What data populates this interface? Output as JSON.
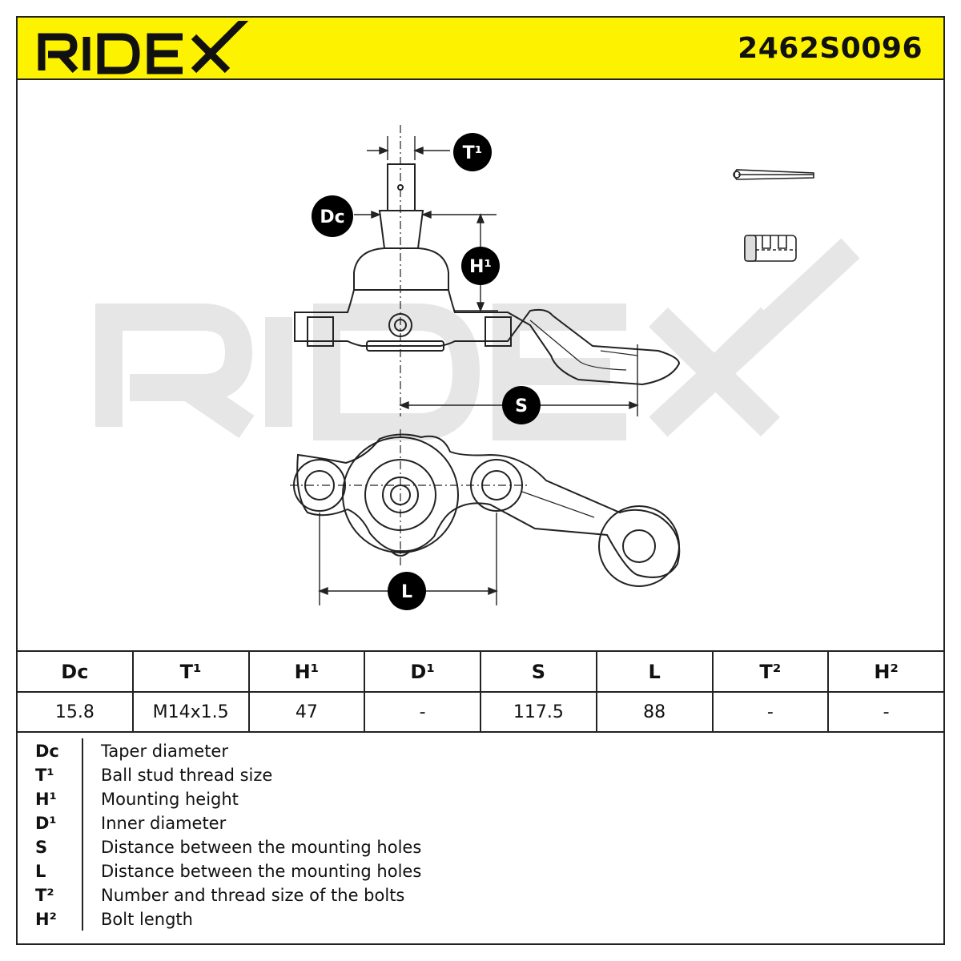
{
  "brand": "RIDEX",
  "part_number": "2462S0096",
  "colors": {
    "header_bg": "#fdf200",
    "line": "#222222",
    "watermark": "#e6e6e6",
    "badge": "#000000"
  },
  "badges": {
    "dc": "Dc",
    "t1": "T¹",
    "h1": "H¹",
    "s": "S",
    "l": "L"
  },
  "table": {
    "headers": [
      "Dc",
      "T¹",
      "H¹",
      "D¹",
      "S",
      "L",
      "T²",
      "H²"
    ],
    "values": [
      "15.8",
      "M14x1.5",
      "47",
      "-",
      "117.5",
      "88",
      "-",
      "-"
    ]
  },
  "legend": [
    {
      "code": "Dc",
      "desc": "Taper diameter"
    },
    {
      "code": "T¹",
      "desc": "Ball stud thread size"
    },
    {
      "code": "H¹",
      "desc": "Mounting height"
    },
    {
      "code": "D¹",
      "desc": "Inner diameter"
    },
    {
      "code": "S",
      "desc": "Distance between the mounting holes"
    },
    {
      "code": "L",
      "desc": "Distance between the mounting holes"
    },
    {
      "code": "T²",
      "desc": "Number and thread size of the bolts"
    },
    {
      "code": "H²",
      "desc": "Bolt length"
    }
  ]
}
